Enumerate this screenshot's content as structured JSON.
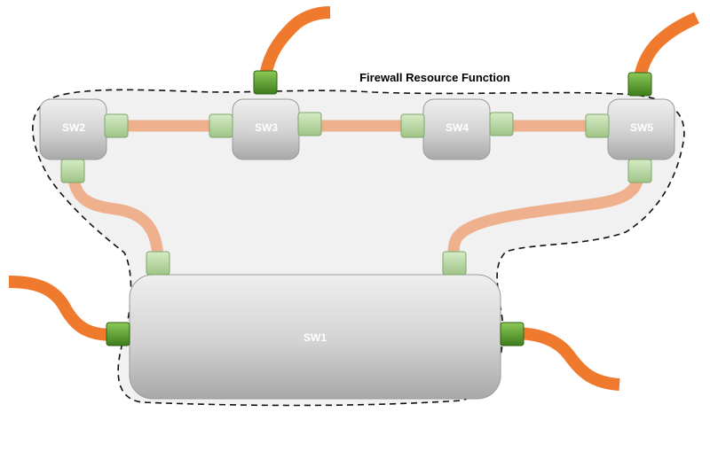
{
  "diagram": {
    "title": "Firewall Resource Function",
    "switches": {
      "sw1": "SW1",
      "sw2": "SW2",
      "sw3": "SW3",
      "sw4": "SW4",
      "sw5": "SW5"
    },
    "colors": {
      "external_link": "#ef7a2e",
      "internal_link": "#efb08e",
      "port_external": "#5aa02c",
      "port_internal": "#b9d7a4",
      "switch_fill_top": "#ececec",
      "switch_fill_bottom": "#a9a9a9",
      "region_fill": "#f1f1f1"
    }
  }
}
